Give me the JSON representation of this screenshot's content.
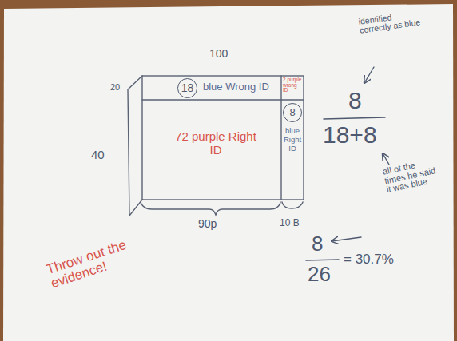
{
  "diagram": {
    "nodes": [
      {
        "text": [
          "blue Wrong ID"
        ]
      },
      {
        "text": [
          "18"
        ],
        "in": 0
      },
      {
        "text": [
          "2 purple wrong ID"
        ]
      },
      {
        "text": [
          "72 purple Right ID"
        ]
      },
      {
        "text": [
          "blue Right ID"
        ]
      },
      {
        "text": [
          "8"
        ],
        "in": 4
      }
    ],
    "labels": [
      "100",
      "20",
      "40",
      "90p",
      "10 B",
      "identified correctly as blue",
      "8",
      "18+8",
      "all of the times he said it was blue",
      "8",
      "26",
      "= 30.7%",
      "Throw out the evidence!"
    ]
  }
}
